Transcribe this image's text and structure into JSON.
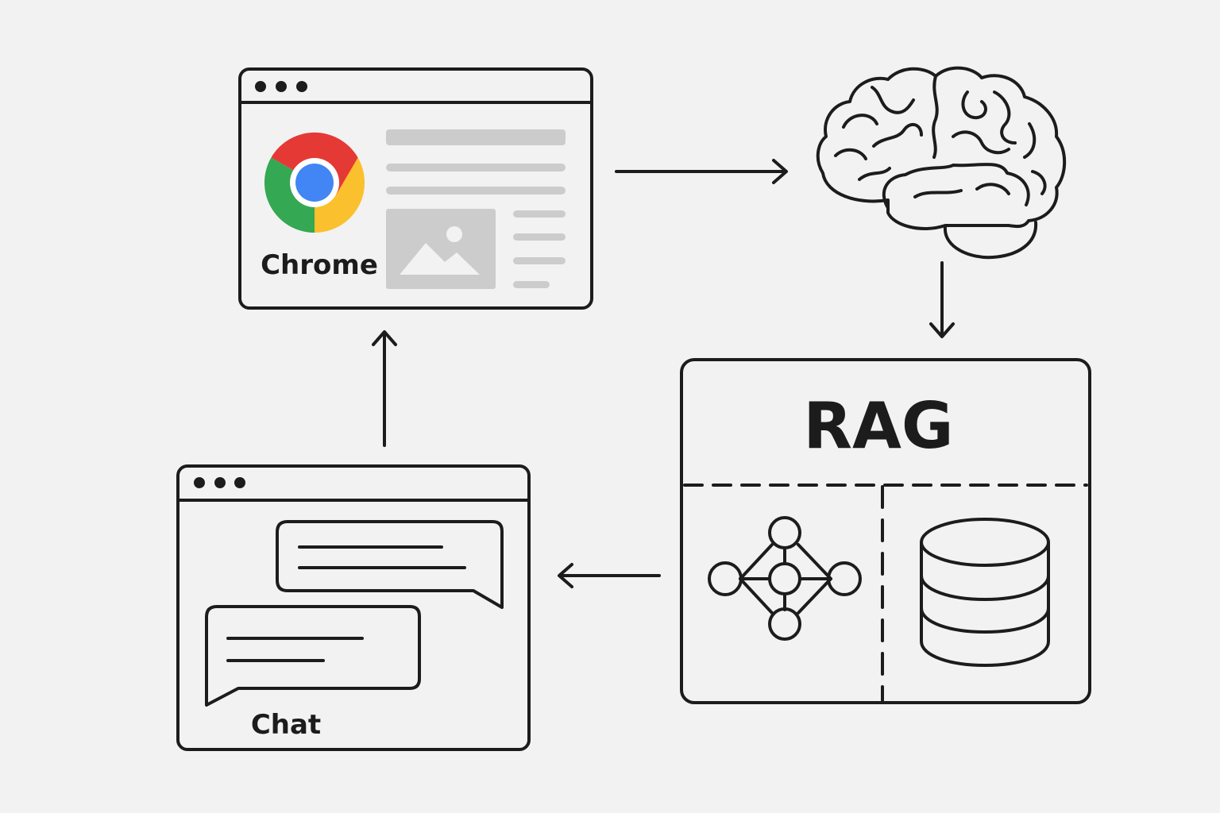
{
  "nodes": {
    "chrome": {
      "label": "Chrome"
    },
    "llm": {
      "label": ""
    },
    "rag": {
      "label": "RAG"
    },
    "chat": {
      "label": "Chat"
    }
  },
  "colors": {
    "stroke": "#1c1c1c",
    "background": "#f2f2f2",
    "placeholder_gray": "#cccccc",
    "chrome_red": "#e53935",
    "chrome_yellow": "#fbc02d",
    "chrome_green": "#34a853",
    "chrome_blue": "#4285f4"
  },
  "icons": {
    "chrome": "chrome-logo-icon",
    "brain": "brain-icon",
    "graph": "graph-network-icon",
    "database": "database-icon"
  },
  "edges": [
    {
      "from": "chrome",
      "to": "llm"
    },
    {
      "from": "llm",
      "to": "rag"
    },
    {
      "from": "rag",
      "to": "chat"
    },
    {
      "from": "chat",
      "to": "chrome"
    }
  ]
}
